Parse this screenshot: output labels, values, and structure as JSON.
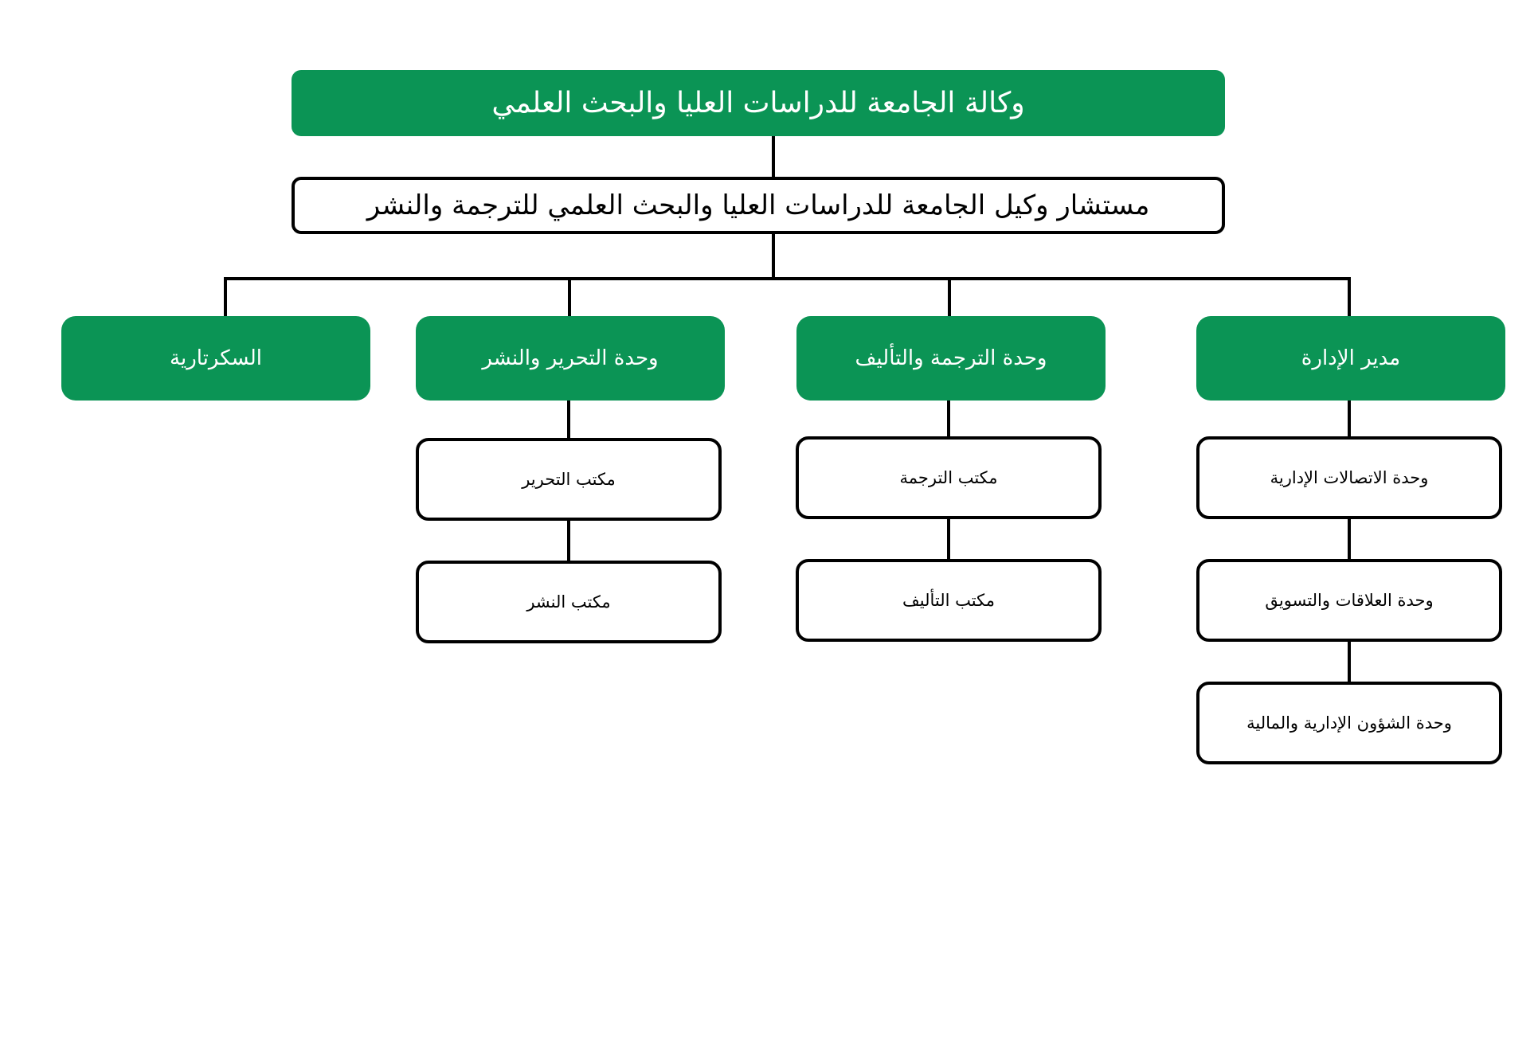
{
  "colors": {
    "primary_green": "#0b9455",
    "line": "#000000",
    "text_dark": "#000000",
    "text_light": "#ffffff"
  },
  "org": {
    "top": "وكالة الجامعة للدراسات العليا والبحث العلمي",
    "advisor": "مستشار وكيل الجامعة للدراسات العليا والبحث العلمي للترجمة والنشر",
    "departments": [
      {
        "label": "مدير الإدارة",
        "units": [
          "وحدة الاتصالات الإدارية",
          "وحدة العلاقات والتسويق",
          "وحدة الشؤون الإدارية والمالية"
        ]
      },
      {
        "label": "وحدة الترجمة والتأليف",
        "units": [
          "مكتب الترجمة",
          "مكتب التأليف"
        ]
      },
      {
        "label": "وحدة التحرير والنشر",
        "units": [
          "مكتب التحرير",
          "مكتب النشر"
        ]
      },
      {
        "label": "السكرتارية",
        "units": []
      }
    ]
  }
}
